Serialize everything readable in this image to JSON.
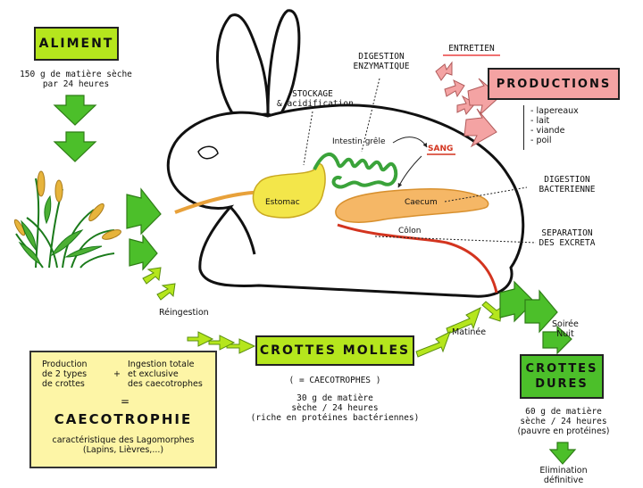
{
  "aliment": {
    "title": "ALIMENT",
    "amount_line1": "150 g de matière sèche",
    "amount_line2": "par 24 heures"
  },
  "rabbit": {
    "stockage_line1": "STOCKAGE",
    "stockage_line2": "& acidification",
    "digestion_enz_line1": "DIGESTION",
    "digestion_enz_line2": "ENZYMATIQUE",
    "intestin": "Intestin grêle",
    "sang": "SANG",
    "estomac": "Estomac",
    "caecum": "Caecum",
    "colon": "Côlon",
    "digestion_bact_line1": "DIGESTION",
    "digestion_bact_line2": "BACTERIENNE",
    "separation_line1": "SEPARATION",
    "separation_line2": "DES EXCRETA"
  },
  "entretien": "ENTRETIEN",
  "productions": {
    "title": "PRODUCTIONS",
    "items": [
      "lapereaux",
      "lait",
      "viande",
      "poil"
    ]
  },
  "reingestion": "Réingestion",
  "matinee": "Matinée",
  "soiree_line1": "Soirée",
  "soiree_line2": "Nuit",
  "crottes_molles": {
    "title": "CROTTES MOLLES",
    "sub": "( = CAECOTROPHES )",
    "amount_line1": "30 g de matière",
    "amount_line2": "sèche / 24 heures",
    "amount_line3": "(riche en protéines bactériennes)"
  },
  "crottes_dures": {
    "title_line1": "CROTTES",
    "title_line2": "DURES",
    "amount_line1": "60 g de matière",
    "amount_line2": "sèche / 24 heures",
    "amount_line3": "(pauvre en protéines)"
  },
  "elimination_line1": "Elimination",
  "elimination_line2": "définitive",
  "caecotrophie": {
    "left_line1": "Production",
    "left_line2": "de 2 types",
    "left_line3": "de crottes",
    "plus": "+",
    "right_line1": "Ingestion totale",
    "right_line2": "et exclusive",
    "right_line3": "des caecotrophes",
    "equals": "=",
    "title": "CAECOTROPHIE",
    "desc_line1": "caractéristique des Lagomorphes",
    "desc_line2": "(Lapins, Lièvres,...)"
  },
  "colors": {
    "green_box": "#b5e61d",
    "green_arrow": "#4cbf2a",
    "pink": "#f4a3a3",
    "yellow_box": "#fdf5a6",
    "stomach": "#f3e64a",
    "caecum": "#f5b766",
    "colon": "#d3341f",
    "intestine": "#3aa33a"
  }
}
